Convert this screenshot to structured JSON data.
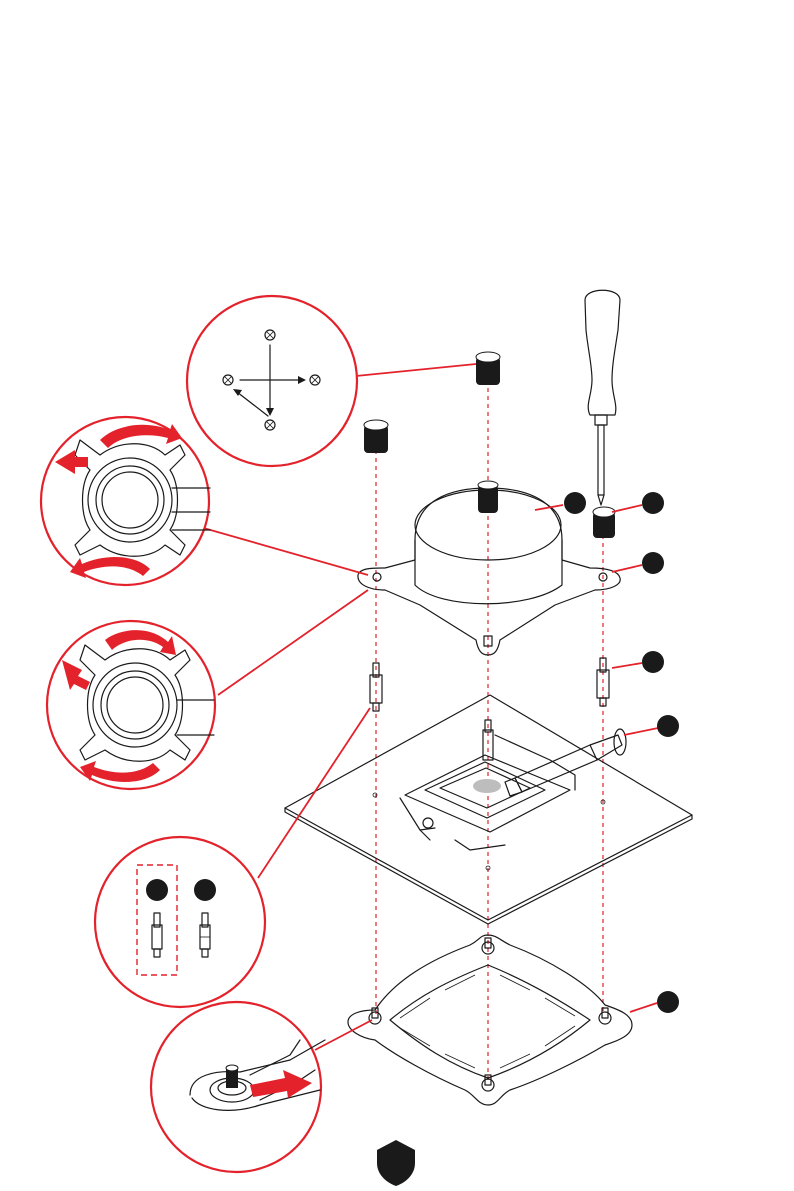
{
  "colors": {
    "accent": "#e3222b",
    "line": "#1a1a1a",
    "paste": "#bdbdbd",
    "background": "#ffffff"
  },
  "icons": {
    "screw_pattern": "cross-screw-icon",
    "shield": "shield-badge-icon",
    "screwdriver": "screwdriver-icon"
  },
  "diagram": {
    "markers": [
      "",
      "",
      "",
      "",
      "",
      "",
      "",
      "",
      ""
    ],
    "parts": [
      "callout-screw-order",
      "callout-bracket-rotate-left",
      "callout-bracket-rotate-right",
      "callout-standoffs",
      "callout-backplate-slide",
      "screwdriver",
      "thumb-screws",
      "pump-head",
      "motherboard",
      "thermal-paste-syringe",
      "backplate"
    ]
  }
}
